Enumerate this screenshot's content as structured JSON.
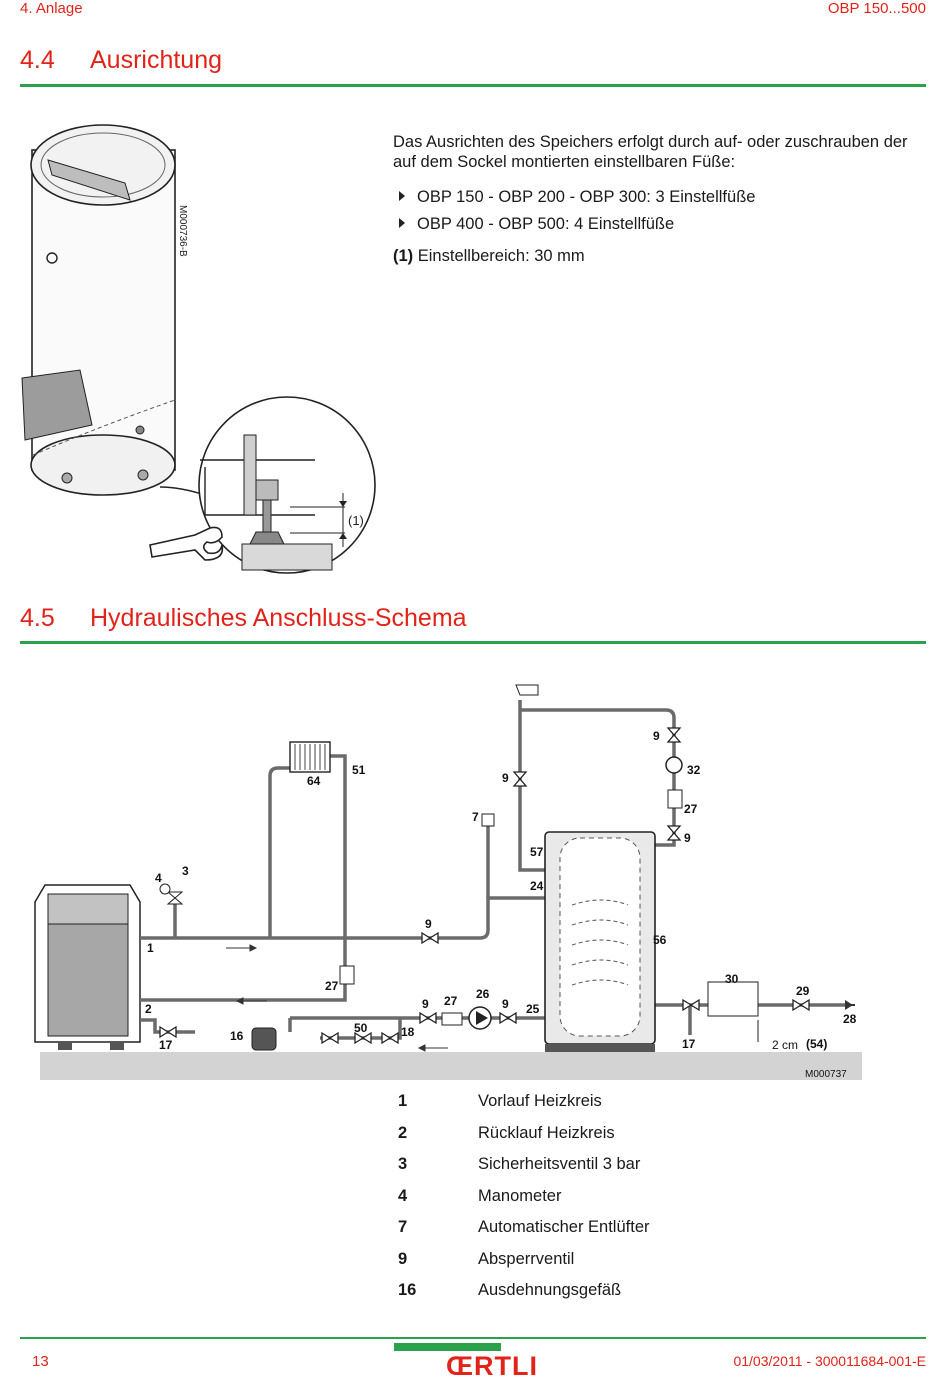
{
  "header": {
    "chapter": "4.  Anlage",
    "product": "OBP 150...500"
  },
  "section_44": {
    "number": "4.4",
    "title": "Ausrichtung",
    "intro": "Das Ausrichten des Speichers erfolgt durch auf- oder zuschrauben der auf dem Sockel montierten einstellbaren Füße:",
    "bullets": [
      "OBP 150 - OBP 200 - OBP 300: 3 Einstellfüße",
      "OBP 400 - OBP 500: 4 Einstellfüße"
    ],
    "note_key": "(1)",
    "note_text": "Einstellbereich: 30 mm",
    "figure_code": "M000736-B",
    "callout": "(1)"
  },
  "section_45": {
    "number": "4.5",
    "title": "Hydraulisches Anschluss-Schema",
    "figure_code": "M000737",
    "distance_label": "2 cm",
    "labels": [
      "1",
      "2",
      "3",
      "4",
      "7",
      "9",
      "9",
      "9",
      "9",
      "9",
      "9",
      "16",
      "17",
      "17",
      "18",
      "24",
      "25",
      "26",
      "27",
      "27",
      "27",
      "28",
      "29",
      "30",
      "32",
      "50",
      "51",
      "56",
      "57",
      "64",
      "(54)"
    ],
    "legend": [
      {
        "key": "1",
        "text": "Vorlauf Heizkreis"
      },
      {
        "key": "2",
        "text": "Rücklauf Heizkreis"
      },
      {
        "key": "3",
        "text": "Sicherheitsventil 3 bar"
      },
      {
        "key": "4",
        "text": "Manometer"
      },
      {
        "key": "7",
        "text": "Automatischer Entlüfter"
      },
      {
        "key": "9",
        "text": "Absperrventil"
      },
      {
        "key": "16",
        "text": "Ausdehnungsgefäß"
      }
    ]
  },
  "footer": {
    "page": "13",
    "brand": "ŒRTLI",
    "doc_ref": "01/03/2011  - 300011684-001-E"
  },
  "colors": {
    "accent_red": "#e2231a",
    "accent_green": "#2aa14a",
    "pipe_gray": "#6b6b6b"
  }
}
